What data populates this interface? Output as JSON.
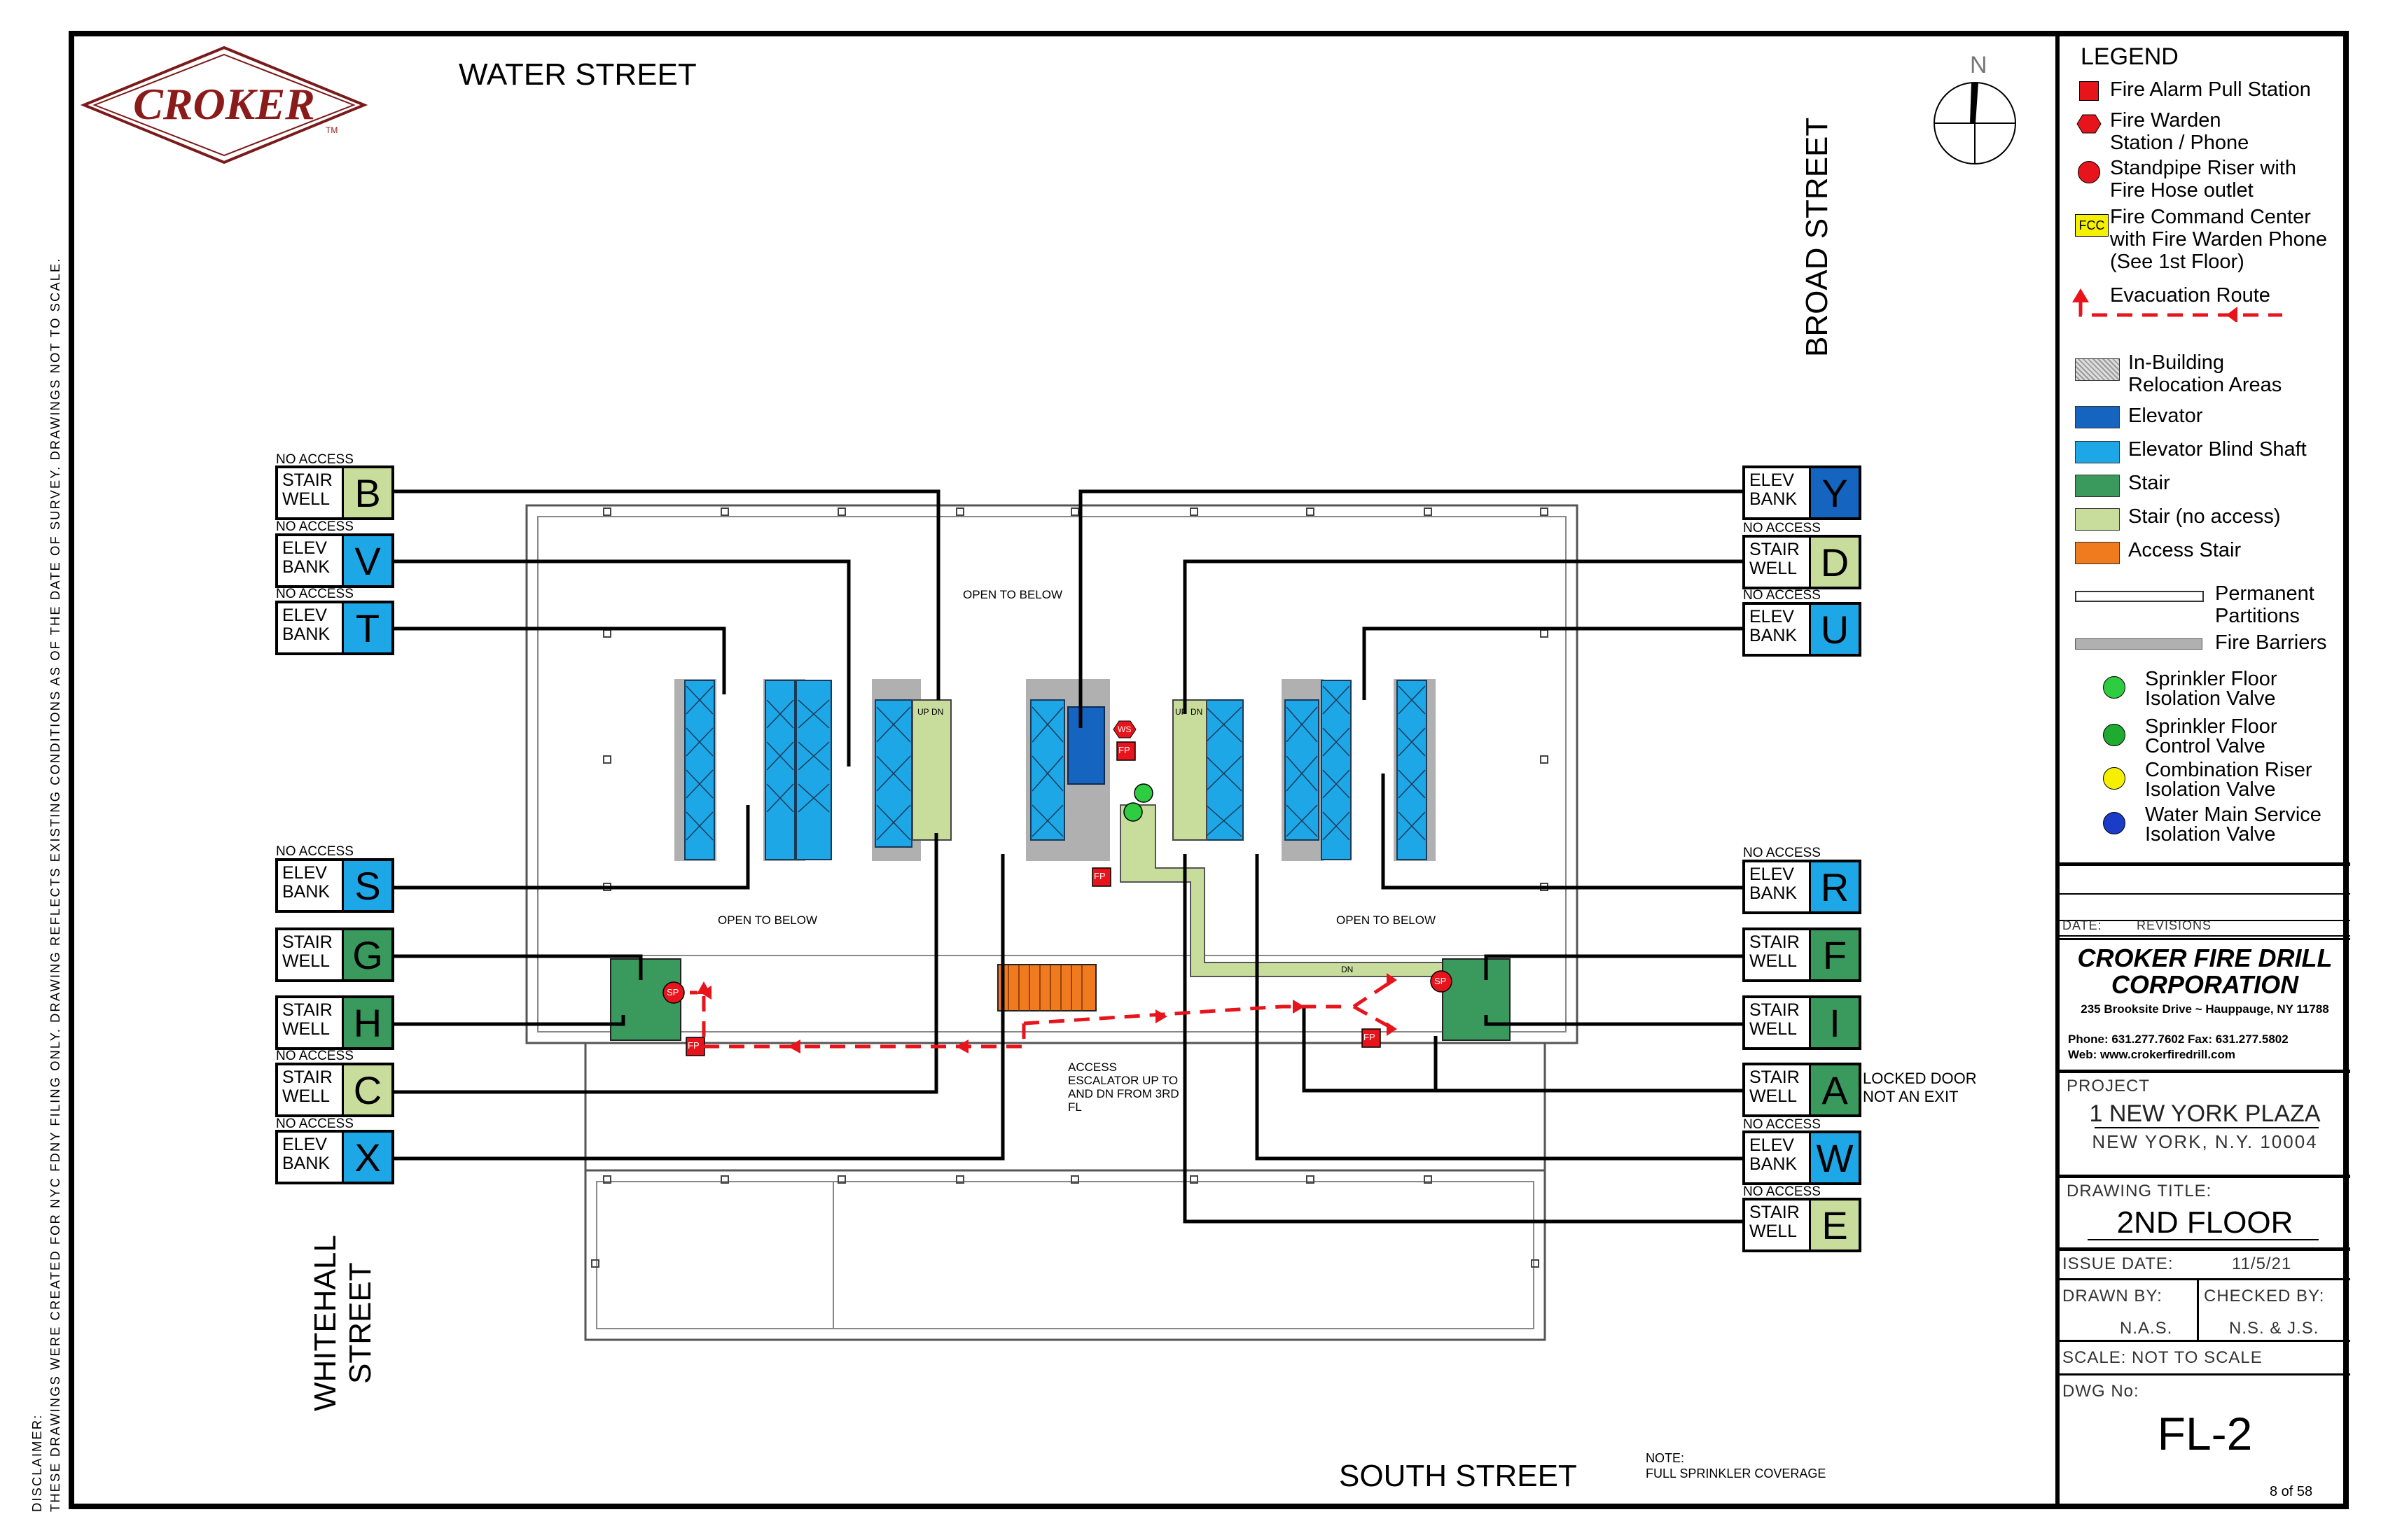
{
  "logo": {
    "text": "CROKER",
    "tm": "TM"
  },
  "streets": {
    "north": "WATER STREET",
    "east": "BROAD STREET",
    "south": "SOUTH STREET",
    "west_line1": "WHITEHALL",
    "west_line2": "STREET"
  },
  "north_arrow": {
    "label": "N"
  },
  "disclaimer": {
    "line1": "DISCLAIMER:",
    "line2": "THESE DRAWINGS WERE CREATED FOR NYC FDNY FILING ONLY. DRAWING REFLECTS EXISTING CONDITIONS AS OF THE DATE OF SURVEY. DRAWINGS NOT TO SCALE."
  },
  "callouts": [
    {
      "id": "B",
      "line1": "STAIR",
      "line2": "WELL",
      "letter": "B",
      "note": "NO ACCESS",
      "color": "#c8dc9c"
    },
    {
      "id": "V",
      "line1": "ELEV",
      "line2": "BANK",
      "letter": "V",
      "note": "NO ACCESS",
      "color": "#1ea7e6"
    },
    {
      "id": "T",
      "line1": "ELEV",
      "line2": "BANK",
      "letter": "T",
      "note": "NO ACCESS",
      "color": "#1ea7e6"
    },
    {
      "id": "S",
      "line1": "ELEV",
      "line2": "BANK",
      "letter": "S",
      "note": "NO ACCESS",
      "color": "#1ea7e6"
    },
    {
      "id": "G",
      "line1": "STAIR",
      "line2": "WELL",
      "letter": "G",
      "note": "",
      "color": "#3a9a5e"
    },
    {
      "id": "H",
      "line1": "STAIR",
      "line2": "WELL",
      "letter": "H",
      "note": "",
      "color": "#3a9a5e"
    },
    {
      "id": "C",
      "line1": "STAIR",
      "line2": "WELL",
      "letter": "C",
      "note": "NO ACCESS",
      "color": "#c8dc9c"
    },
    {
      "id": "X",
      "line1": "ELEV",
      "line2": "BANK",
      "letter": "X",
      "note": "NO ACCESS",
      "color": "#1ea7e6"
    },
    {
      "id": "Y",
      "line1": "ELEV",
      "line2": "BANK",
      "letter": "Y",
      "note": "",
      "color": "#1565c0"
    },
    {
      "id": "D",
      "line1": "STAIR",
      "line2": "WELL",
      "letter": "D",
      "note": "NO ACCESS",
      "color": "#c8dc9c"
    },
    {
      "id": "U",
      "line1": "ELEV",
      "line2": "BANK",
      "letter": "U",
      "note": "NO ACCESS",
      "color": "#1ea7e6"
    },
    {
      "id": "R",
      "line1": "ELEV",
      "line2": "BANK",
      "letter": "R",
      "note": "NO ACCESS",
      "color": "#1ea7e6"
    },
    {
      "id": "F",
      "line1": "STAIR",
      "line2": "WELL",
      "letter": "F",
      "note": "",
      "color": "#3a9a5e"
    },
    {
      "id": "I",
      "line1": "STAIR",
      "line2": "WELL",
      "letter": "I",
      "note": "",
      "color": "#3a9a5e"
    },
    {
      "id": "A",
      "line1": "STAIR",
      "line2": "WELL",
      "letter": "A",
      "note": "",
      "color": "#3a9a5e"
    },
    {
      "id": "W",
      "line1": "ELEV",
      "line2": "BANK",
      "letter": "W",
      "note": "NO ACCESS",
      "color": "#1ea7e6"
    },
    {
      "id": "E",
      "line1": "STAIR",
      "line2": "WELL",
      "letter": "E",
      "note": "NO ACCESS",
      "color": "#c8dc9c"
    }
  ],
  "plan_notes": {
    "open_below_1": "OPEN TO BELOW",
    "open_below_2": "OPEN TO BELOW",
    "open_below_3": "OPEN TO BELOW",
    "escalator": "ACCESS ESCALATOR UP TO AND DN FROM 3RD FL",
    "locked_door_1": "LOCKED DOOR",
    "locked_door_2": "NOT AN EXIT",
    "note_title": "NOTE:",
    "note_text": "FULL SPRINKLER COVERAGE",
    "fp": "FP",
    "sp": "SP",
    "ws": "WS",
    "up": "UP",
    "dn": "DN"
  },
  "legend": {
    "title": "LEGEND",
    "items": {
      "fire_alarm": "Fire Alarm Pull Station",
      "fire_warden_1": "Fire Warden",
      "fire_warden_2": "Station / Phone",
      "standpipe_1": "Standpipe Riser with",
      "standpipe_2": "Fire Hose outlet",
      "fcc_1": "Fire Command Center",
      "fcc_2": "with Fire Warden Phone",
      "fcc_3": "(See 1st Floor)",
      "fcc_code": "FCC",
      "evac": "Evacuation  Route",
      "relocation_1": "In-Building",
      "relocation_2": "Relocation Areas",
      "elevator": "Elevator",
      "blind_shaft": "Elevator Blind Shaft",
      "stair": "Stair",
      "stair_no_access": "Stair (no access)",
      "access_stair": "Access Stair",
      "perm_1": "Permanent",
      "perm_2": "Partitions",
      "fire_barriers": "Fire Barriers",
      "sprinkler_iso_1": "Sprinkler Floor",
      "sprinkler_iso_2": "Isolation Valve",
      "sprinkler_ctrl_1": "Sprinkler Floor",
      "sprinkler_ctrl_2": "Control Valve",
      "combo_1": "Combination Riser",
      "combo_2": "Isolation Valve",
      "water_1": "Water Main Service",
      "water_2": "Isolation Valve"
    },
    "colors": {
      "elevator": "#1565c0",
      "blind_shaft": "#1ea7e6",
      "stair": "#3a9a5e",
      "stair_no_access": "#c8dc9c",
      "access_stair": "#f07a1e",
      "fire_barrier": "#b0b0b0",
      "red": "#e8141c",
      "fcc_yellow": "#f5f000"
    }
  },
  "title_block": {
    "date_label": "DATE:",
    "revisions_label": "REVISIONS",
    "company_1": "CROKER FIRE DRILL",
    "company_2": "CORPORATION",
    "address": "235 Brooksite Drive ~ Hauppauge, NY 11788",
    "phone": "Phone: 631.277.7602  Fax: 631.277.5802",
    "web": "Web: www.crokerfiredrill.com",
    "project_label": "PROJECT",
    "project_name": "1 NEW YORK PLAZA",
    "project_city": "NEW YORK, N.Y. 10004",
    "drawing_title_label": "DRAWING TITLE:",
    "drawing_title": "2ND FLOOR",
    "issue_label": "ISSUE DATE:",
    "issue_date": "11/5/21",
    "drawn_label": "DRAWN BY:",
    "drawn_by": "N.A.S.",
    "checked_label": "CHECKED BY:",
    "checked_by": "N.S. & J.S.",
    "scale": "SCALE: NOT TO SCALE",
    "dwg_label": "DWG No:",
    "dwg_no": "FL-2",
    "sheet": "8 of 58"
  }
}
